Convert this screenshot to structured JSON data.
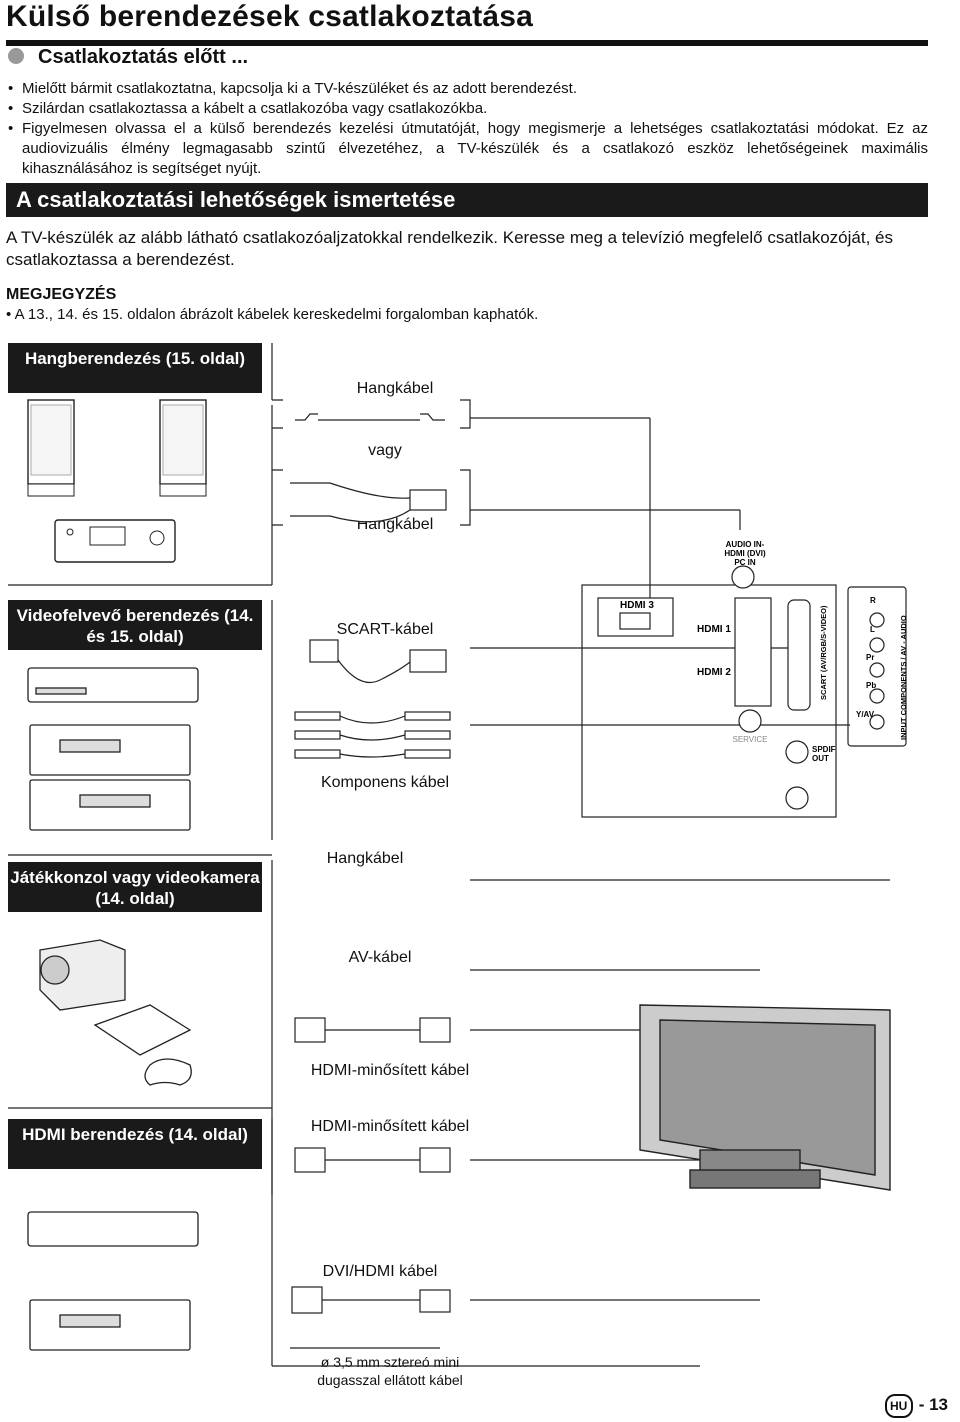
{
  "page": {
    "title": "Külső berendezések csatlakoztatása",
    "section_title": "Csatlakoztatás előtt ...",
    "bullets": [
      "Mielőtt bármit csatlakoztatna, kapcsolja ki a TV-készüléket és az adott berendezést.",
      "Szilárdan csatlakoztassa a kábelt a csatlakozóba vagy csatlakozókba.",
      "Figyelmesen olvassa el a külső berendezés kezelési útmutatóját, hogy megismerje a lehetséges csatlakoztatási módokat. Ez az audiovizuális élmény legmagasabb szintű élvezetéhez, a TV-készülék és a csatlakozó eszköz lehetőségeinek maximális kihasználásához is segítséget nyújt."
    ],
    "heading": "A csatlakoztatási lehetőségek ismertetése",
    "intro": "A TV-készülék az alább látható csatlakozóaljzatokkal rendelkezik. Keresse meg a televízió megfelelő csatlakozóját, és csatlakoztassa a berendezést.",
    "note_heading": "MEGJEGYZÉS",
    "note_text": "• A 13., 14. és 15. oldalon ábrázolt kábelek kereskedelmi forgalomban kaphatók.",
    "page_lang": "HU",
    "page_number": "13"
  },
  "devices": {
    "audio": "Hangberendezés (15. oldal)",
    "recorder": "Videofelvevő berendezés (14. és 15. oldal)",
    "console": "Játékkonzol vagy videokamera (14. oldal)",
    "hdmi": "HDMI berendezés (14. oldal)"
  },
  "cables": {
    "audio_cable_1": "Hangkábel",
    "or": "vagy",
    "audio_cable_2": "Hangkábel",
    "scart": "SCART-kábel",
    "component": "Komponens kábel",
    "audio_cable_3": "Hangkábel",
    "av": "AV-kábel",
    "hdmi_1": "HDMI-minősített kábel",
    "hdmi_2": "HDMI-minősített kábel",
    "dvi_hdmi": "DVI/HDMI kábel",
    "mini_plug": "ø 3,5 mm sztereó mini dugasszal ellátott kábel"
  },
  "panel": {
    "audio_in": "AUDIO IN-",
    "audio_in_2": "HDMI (DVI)",
    "audio_in_3": "PC IN",
    "hdmi3": "HDMI 3",
    "hdmi1": "HDMI 1",
    "hdmi2": "HDMI 2",
    "scart": "SCART (AV/RGB/S-VIDEO)",
    "service": "SERVICE",
    "spdif": "SPDIF",
    "spdif_2": "OUT",
    "r": "R",
    "l": "L",
    "pr": "Pr",
    "pb": "Pb",
    "yav": "Y/AV",
    "input_comp": "INPUT COMPONENTS / AV - AUDIO"
  },
  "colors": {
    "dark": "#1a1a1a",
    "accent_gray": "#999999"
  }
}
